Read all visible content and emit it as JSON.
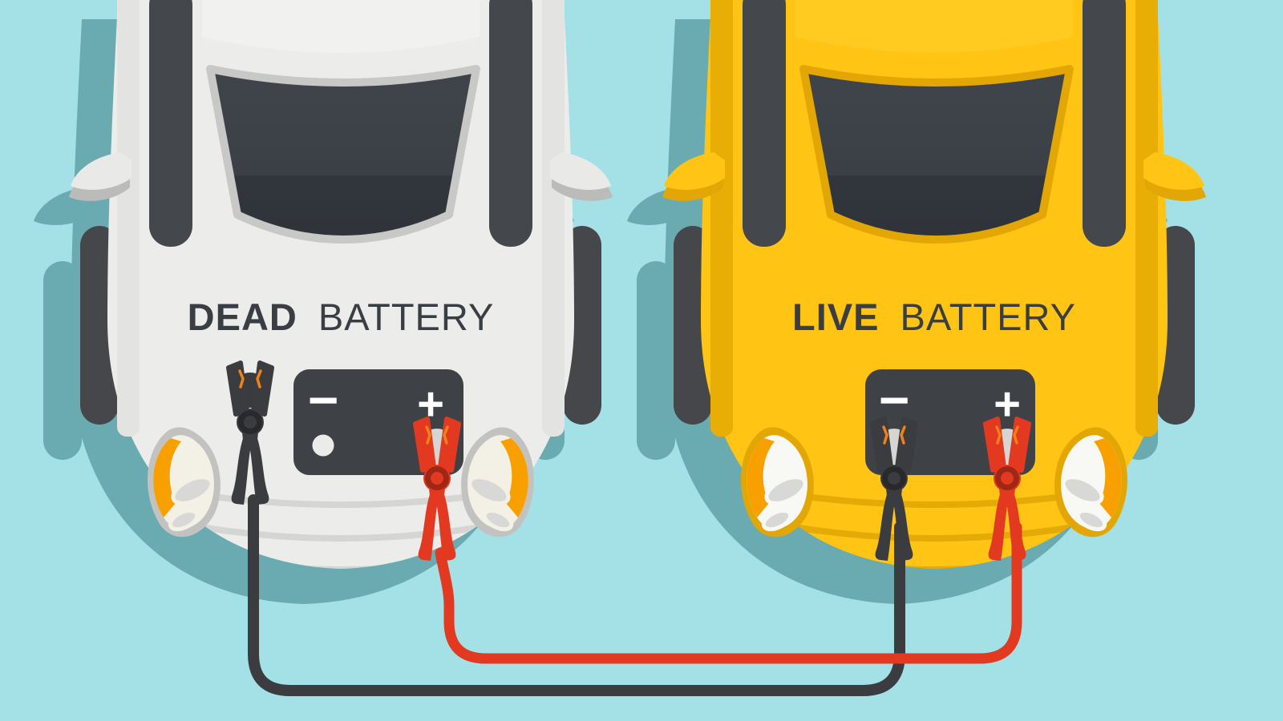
{
  "scene": {
    "background_color": "#A3E1E7",
    "shadow_color": "#69ABB1",
    "dead_car": {
      "label": {
        "word1": "DEAD",
        "word2": "BATTERY"
      },
      "body_color": "#ECECEA",
      "battery": {
        "negative_symbol": "−",
        "positive_symbol": "+",
        "case_color": "#3E4145"
      },
      "clamps": {
        "ground_clamp_color": "#3B3C40",
        "positive_clamp_color": "#E23920"
      }
    },
    "live_car": {
      "label": {
        "word1": "LIVE",
        "word2": "BATTERY"
      },
      "body_color": "#FFC414",
      "battery": {
        "negative_symbol": "−",
        "positive_symbol": "+",
        "case_color": "#3E4145"
      },
      "clamps": {
        "negative_clamp_color": "#3B3C40",
        "positive_clamp_color": "#E23920"
      }
    },
    "cables": {
      "positive_color": "#E23920",
      "negative_color": "#3B3C40"
    },
    "label_color": "#393E44",
    "symbol_color": "#FFFFFF",
    "accent_orange": "#F08019",
    "signal_orange": "#F7A000",
    "terminal_silver": "#D5D5D3"
  }
}
